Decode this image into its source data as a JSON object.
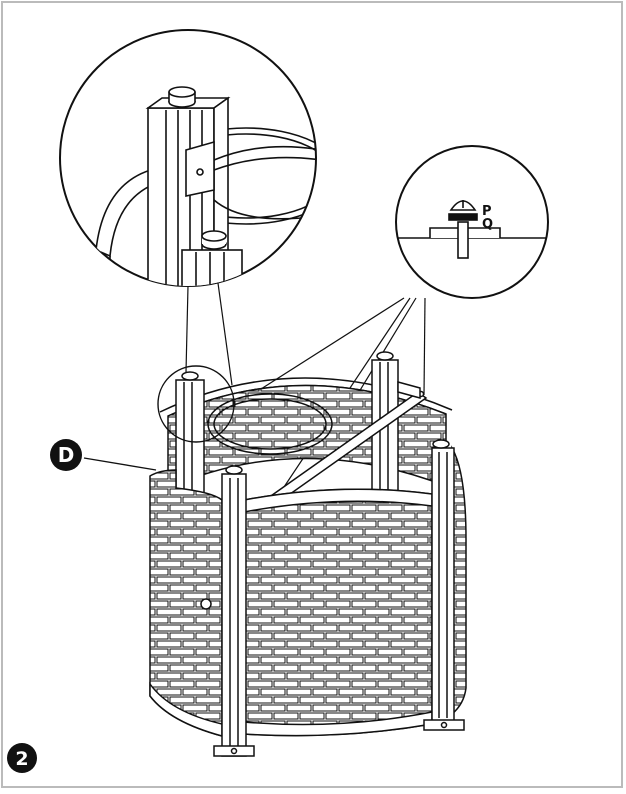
{
  "diagram": {
    "step_number": "2",
    "part_label": "D",
    "hardware_labels": [
      "P",
      "Q"
    ]
  },
  "colors": {
    "line": "#111111",
    "frame": "#bbbbbb",
    "fill": "#ffffff",
    "badge": "#111111",
    "badge_text": "#ffffff"
  }
}
